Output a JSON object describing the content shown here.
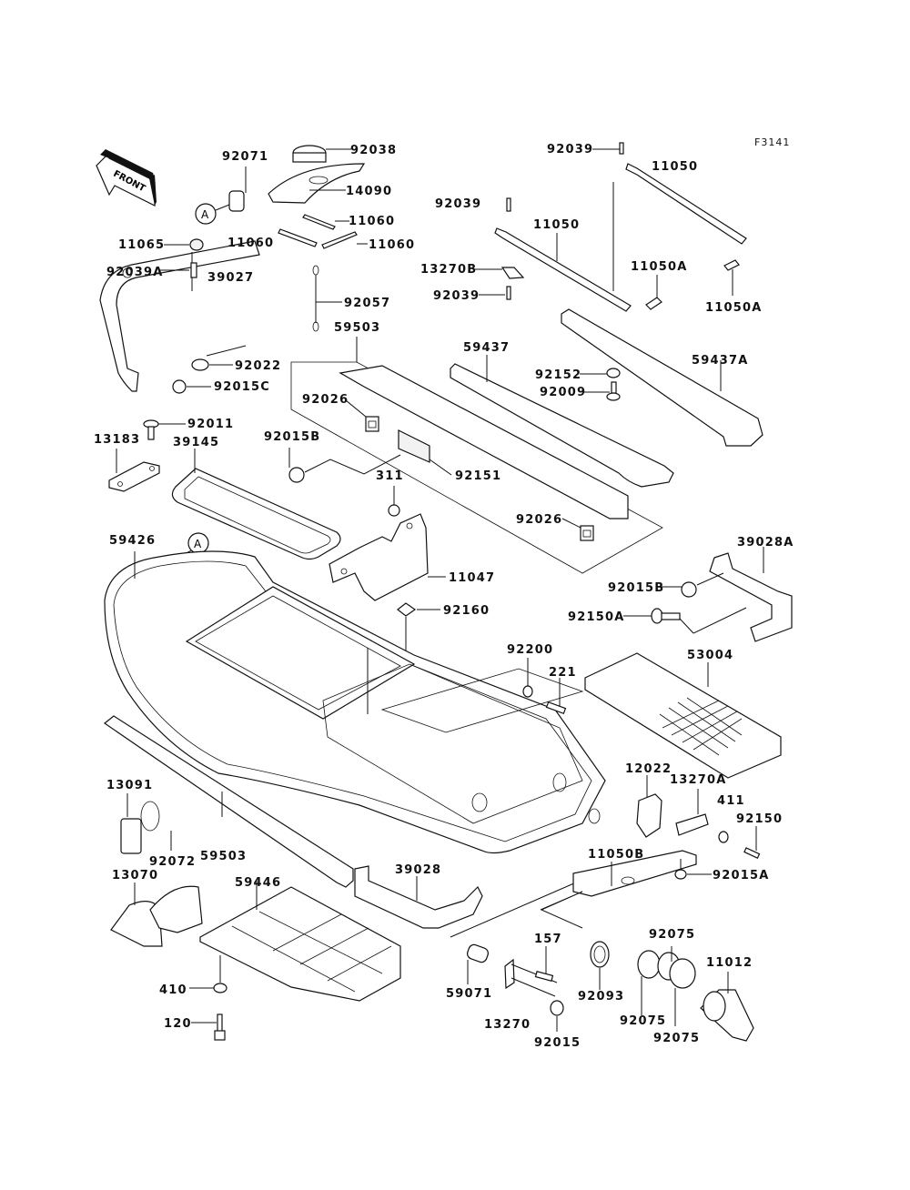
{
  "figure_id": "F3141",
  "front_arrow": {
    "label": "FRONT"
  },
  "ref_marker": "A",
  "labels": {
    "l92071": "92071",
    "l92038": "92038",
    "l14090": "14090",
    "l11060a": "11060",
    "l11060b": "11060",
    "l11060c": "11060",
    "l11065": "11065",
    "l92039A": "92039A",
    "l39027": "39027",
    "l92057": "92057",
    "l92022": "92022",
    "l92015C": "92015C",
    "l92011": "92011",
    "l13183": "13183",
    "l39145": "39145",
    "l59503a": "59503",
    "l92026a": "92026",
    "l92015Ba": "92015B",
    "l311": "311",
    "l92151": "92151",
    "l92026b": "92026",
    "l11047": "11047",
    "l92160": "92160",
    "l59426": "59426",
    "l92039a": "92039",
    "l92039b": "92039",
    "l92039c": "92039",
    "l11050a": "11050",
    "l11050b": "11050",
    "l13270B": "13270B",
    "l11050Aa": "11050A",
    "l11050Ab": "11050A",
    "l59437": "59437",
    "l59437A": "59437A",
    "l92152": "92152",
    "l92009": "92009",
    "l39028A": "39028A",
    "l92015Bb": "92015B",
    "l92150A": "92150A",
    "l53004": "53004",
    "l92200": "92200",
    "l221": "221",
    "l12022": "12022",
    "l13270A": "13270A",
    "l411": "411",
    "l92150": "92150",
    "l11050B": "11050B",
    "l92015A": "92015A",
    "l13091": "13091",
    "l92072": "92072",
    "l59503b": "59503",
    "l13070": "13070",
    "l59446": "59446",
    "l39028": "39028",
    "l410": "410",
    "l120": "120",
    "l59071": "59071",
    "l157": "157",
    "l13270": "13270",
    "l92015": "92015",
    "l92093": "92093",
    "l92075a": "92075",
    "l92075b": "92075",
    "l92075c": "92075",
    "l11012": "11012"
  }
}
